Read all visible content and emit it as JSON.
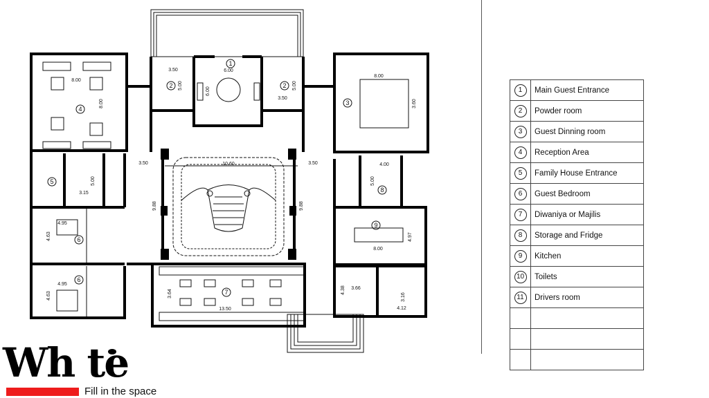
{
  "legend": {
    "rows": [
      {
        "number": "1",
        "label": "Main Guest Entrance"
      },
      {
        "number": "2",
        "label": "Powder room"
      },
      {
        "number": "3",
        "label": "Guest Dinning room"
      },
      {
        "number": "4",
        "label": "Reception Area"
      },
      {
        "number": "5",
        "label": "Family House Entrance"
      },
      {
        "number": "6",
        "label": "Guest Bedroom"
      },
      {
        "number": "7",
        "label": "Diwaniya or Majilis"
      },
      {
        "number": "8",
        "label": "Storage and Fridge"
      },
      {
        "number": "9",
        "label": "Kitchen"
      },
      {
        "number": "10",
        "label": "Toilets"
      },
      {
        "number": "11",
        "label": "Drivers room"
      }
    ],
    "empty_rows": 3
  },
  "plan": {
    "room_numbers": {
      "r1": "1",
      "r2": "2",
      "r3": "3",
      "r4": "4",
      "r5": "5",
      "r6": "6",
      "r7": "7",
      "r8": "8",
      "r9": "9"
    },
    "dimensions": {
      "entrance_width": "6.00",
      "entrance_depth": "6.00",
      "powder_width": "3.50",
      "powder_depth": "5.00",
      "reception_width": "8.00",
      "reception_depth": "8.00",
      "family_width": "3.15",
      "family_depth": "5.00",
      "hall_width": "10.60",
      "hall_depth": "9.88",
      "side_left": "3.50",
      "side_right": "3.50",
      "bedroom_width": "4.95",
      "bedroom_depth": "4.63",
      "majlis_width": "13.50",
      "majlis_depth": "3.64",
      "dining_width": "8.00",
      "dining_depth": "3.60",
      "storage_width": "4.00",
      "storage_depth": "5.00",
      "kitchen_width": "8.00",
      "kitchen_depth": "4.97",
      "toilet_width": "3.66",
      "toilet_depth": "4.38",
      "driver_width": "4.12",
      "driver_depth": "3.16"
    }
  },
  "logo": {
    "word": "Wh te",
    "tagline": "Fill in the space",
    "accent": "#ee1c1c"
  }
}
